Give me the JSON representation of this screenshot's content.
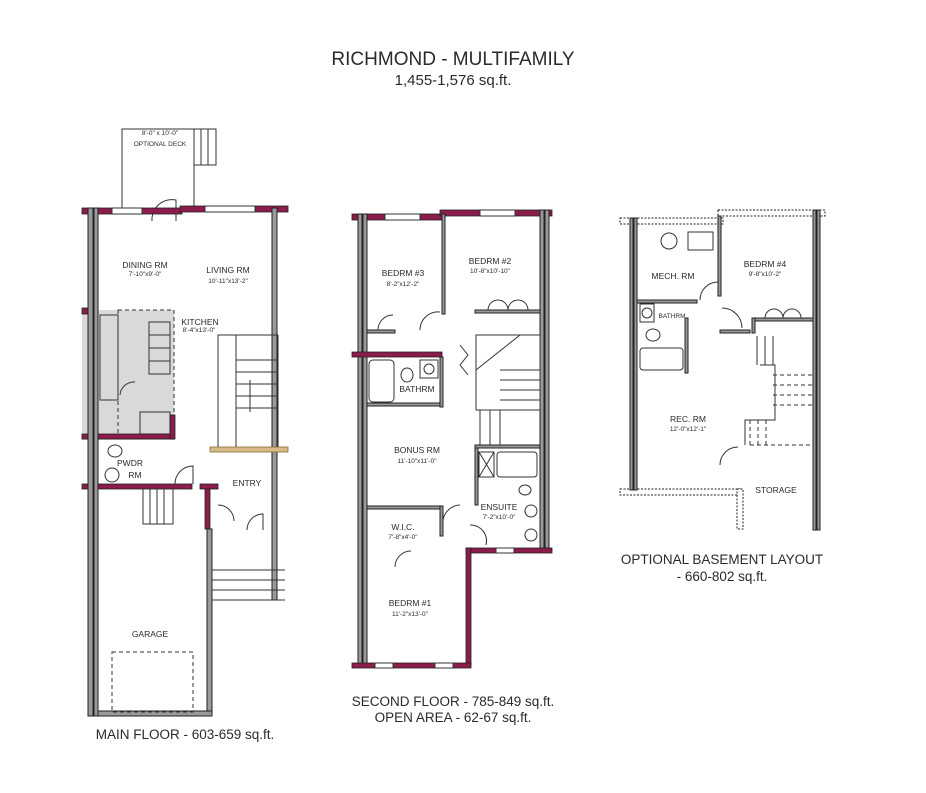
{
  "header": {
    "title": "RICHMOND - MULTIFAMILY",
    "area": "1,455-1,576 sq.ft."
  },
  "colors": {
    "exterior_wall": "#8b1c4c",
    "kitchen_fill": "#d9d9d9",
    "wall": "#9a9a9a",
    "stair_landing": "#d8b98a"
  },
  "main_floor": {
    "caption": "MAIN FLOOR - 603-659 sq.ft.",
    "deck": {
      "dims": "8'-0\" x 10'-0\"",
      "label": "OPTIONAL DECK"
    },
    "rooms": {
      "dining": {
        "name": "DINING RM",
        "dims": "7'-10\"x9'-0\""
      },
      "living": {
        "name": "LIVING RM",
        "dims": "10'-11\"x13'-2\""
      },
      "kitchen": {
        "name": "KITCHEN",
        "dims": "8'-4\"x13'-0\""
      },
      "powder": {
        "name_line1": "PWDR",
        "name_line2": "RM"
      },
      "entry": {
        "name": "ENTRY"
      },
      "garage": {
        "name": "GARAGE"
      }
    }
  },
  "second_floor": {
    "caption_line1": "SECOND FLOOR - 785-849 sq.ft.",
    "caption_line2": "OPEN AREA - 62-67 sq.ft.",
    "rooms": {
      "bed3": {
        "name": "BEDRM #3",
        "dims": "8'-2\"x12'-2\""
      },
      "bed2": {
        "name": "BEDRM #2",
        "dims": "10'-8\"x10'-10\""
      },
      "bath": {
        "name": "BATHRM"
      },
      "bonus": {
        "name": "BONUS RM",
        "dims": "11'-10\"x11'-0\""
      },
      "ensuite": {
        "name": "ENSUITE",
        "dims": "7'-2\"x10'-0\""
      },
      "wic": {
        "name": "W.I.C.",
        "dims": "7'-8\"x4'-0\""
      },
      "bed1": {
        "name": "BEDRM #1",
        "dims": "11'-2\"x13'-0\""
      }
    }
  },
  "basement": {
    "caption_line1": "OPTIONAL BASEMENT LAYOUT",
    "caption_line2": "- 660-802 sq.ft.",
    "rooms": {
      "mech": {
        "name": "MECH. RM"
      },
      "bath": {
        "name": "BATHRM"
      },
      "bed4": {
        "name": "BEDRM #4",
        "dims": "9'-8\"x10'-2\""
      },
      "rec": {
        "name": "REC. RM",
        "dims": "12'-0\"x12'-1\""
      },
      "storage": {
        "name": "STORAGE"
      }
    }
  }
}
